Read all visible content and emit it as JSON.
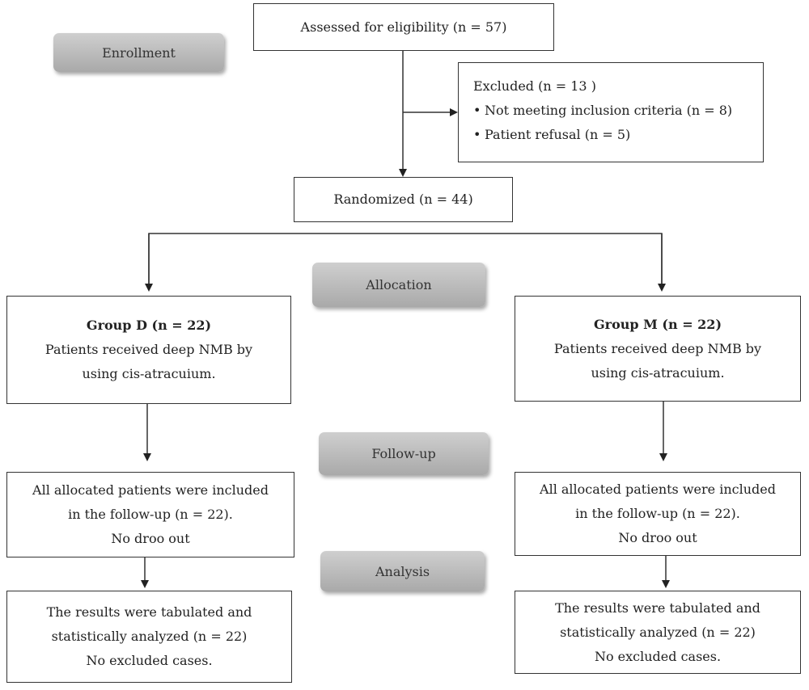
{
  "stages": {
    "enrollment": "Enrollment",
    "allocation": "Allocation",
    "followup": "Follow-up",
    "analysis": "Analysis"
  },
  "assessed": "Assessed for eligibility (n = 57)",
  "excluded": {
    "title": "Excluded (n = 13 )",
    "items": [
      "Not meeting inclusion criteria (n = 8)",
      "Patient refusal (n = 5)"
    ]
  },
  "randomized": "Randomized (n = 44)",
  "group_d": {
    "title": "Group D (n = 22)",
    "desc_line1": "Patients received deep NMB by",
    "desc_line2": "using cis-atracuium.",
    "followup_line1": "All allocated patients were included",
    "followup_line2": "in the follow-up (n = 22).",
    "followup_line3": "No droo out",
    "analysis_line1": "The results were tabulated and",
    "analysis_line2": "statistically analyzed (n = 22)",
    "analysis_line3": "No excluded cases."
  },
  "group_m": {
    "title": "Group M (n = 22)",
    "desc_line1": "Patients received deep NMB by",
    "desc_line2": "using cis-atracuium.",
    "followup_line1": "All allocated patients were included",
    "followup_line2": "in the follow-up (n = 22).",
    "followup_line3": "No droo out",
    "analysis_line1": "The results were tabulated and",
    "analysis_line2": "statistically analyzed (n = 22)",
    "analysis_line3": "No excluded cases."
  }
}
